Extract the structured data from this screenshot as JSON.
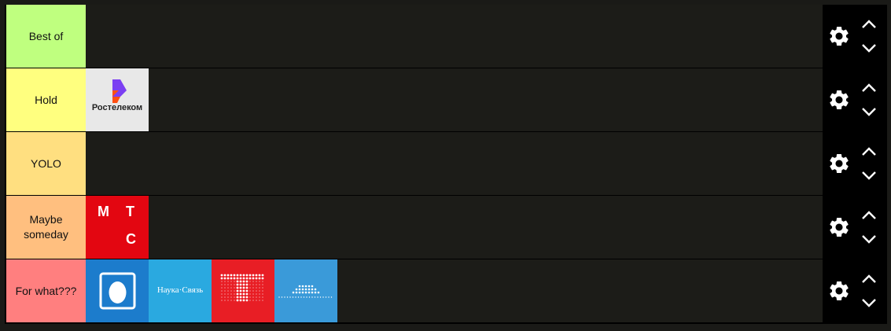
{
  "tiers": [
    {
      "label": "Best of",
      "color": "#bfff7f"
    },
    {
      "label": "Hold",
      "color": "#ffff7f"
    },
    {
      "label": "YOLO",
      "color": "#ffdf80"
    },
    {
      "label": "Maybe someday",
      "color": "#ffbf7f"
    },
    {
      "label": "For what???",
      "color": "#ff7f7f"
    }
  ],
  "items": {
    "rostelecom": {
      "caption": "Ростелеком",
      "bg": "#e8e8e8",
      "accent": "#7b3ff2",
      "accent2": "#ff4f12"
    },
    "mts": {
      "letters": [
        "М",
        "Т",
        "С"
      ],
      "bg": "#e30611"
    },
    "megafon_egg": {
      "bg": "#1c7ccc"
    },
    "nauka_svyaz": {
      "caption": "Наука·Связь",
      "bg": "#2aa9e0"
    },
    "tele2_dots": {
      "bg": "#e81e25"
    },
    "dots_logo": {
      "bg": "#3a9ad9"
    }
  },
  "icons": {
    "settings": "gear-icon",
    "move_up": "chevron-up-icon",
    "move_down": "chevron-down-icon"
  }
}
